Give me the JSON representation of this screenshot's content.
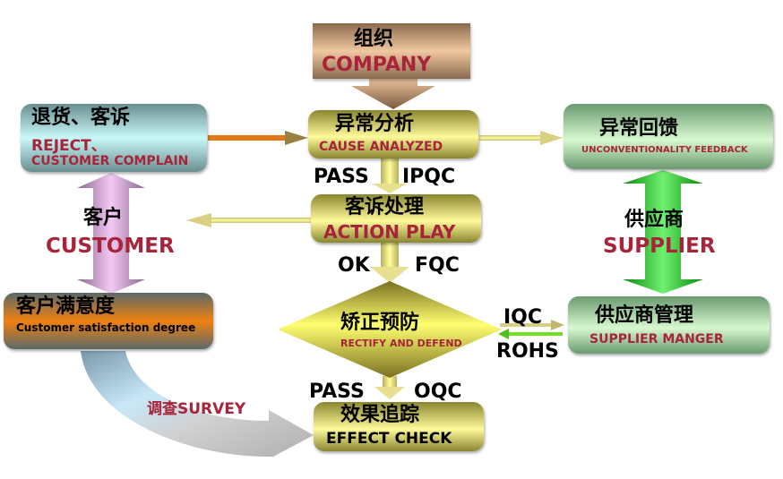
{
  "company": {
    "zh": "组织",
    "en": "COMPANY"
  },
  "reject": {
    "zh": "退货、客诉",
    "en1": "REJECT、",
    "en2": "CUSTOMER COMPLAIN"
  },
  "cause": {
    "zh": "异常分析",
    "en": "CAUSE ANALYZED"
  },
  "feedback": {
    "zh": "异常回馈",
    "en": "UNCONVENTIONALITY FEEDBACK"
  },
  "action": {
    "zh": "客诉处理",
    "en": "ACTION PLAY"
  },
  "customer": {
    "zh": "客户",
    "en": "CUSTOMER"
  },
  "supplier": {
    "zh": "供应商",
    "en": "SUPPLIER"
  },
  "satisfaction": {
    "zh": "客户满意度",
    "en": "Customer satisfaction degree"
  },
  "rectify": {
    "zh": "矫正预防",
    "en": "RECTIFY AND DEFEND"
  },
  "supplier_mgr": {
    "zh": "供应商管理",
    "en": "SUPPLIER MANGER"
  },
  "effect": {
    "zh": "效果追踪",
    "en": "EFFECT CHECK"
  },
  "survey": {
    "label": "调查SURVEY"
  },
  "labels": {
    "pass1": "PASS",
    "ipqc": "IPQC",
    "ok": "OK",
    "fqc": "FQC",
    "pass2": "PASS",
    "oqc": "OQC",
    "iqc": "IQC",
    "rohs": "ROHS"
  },
  "colors": {
    "accent_text": "#a8243a"
  }
}
